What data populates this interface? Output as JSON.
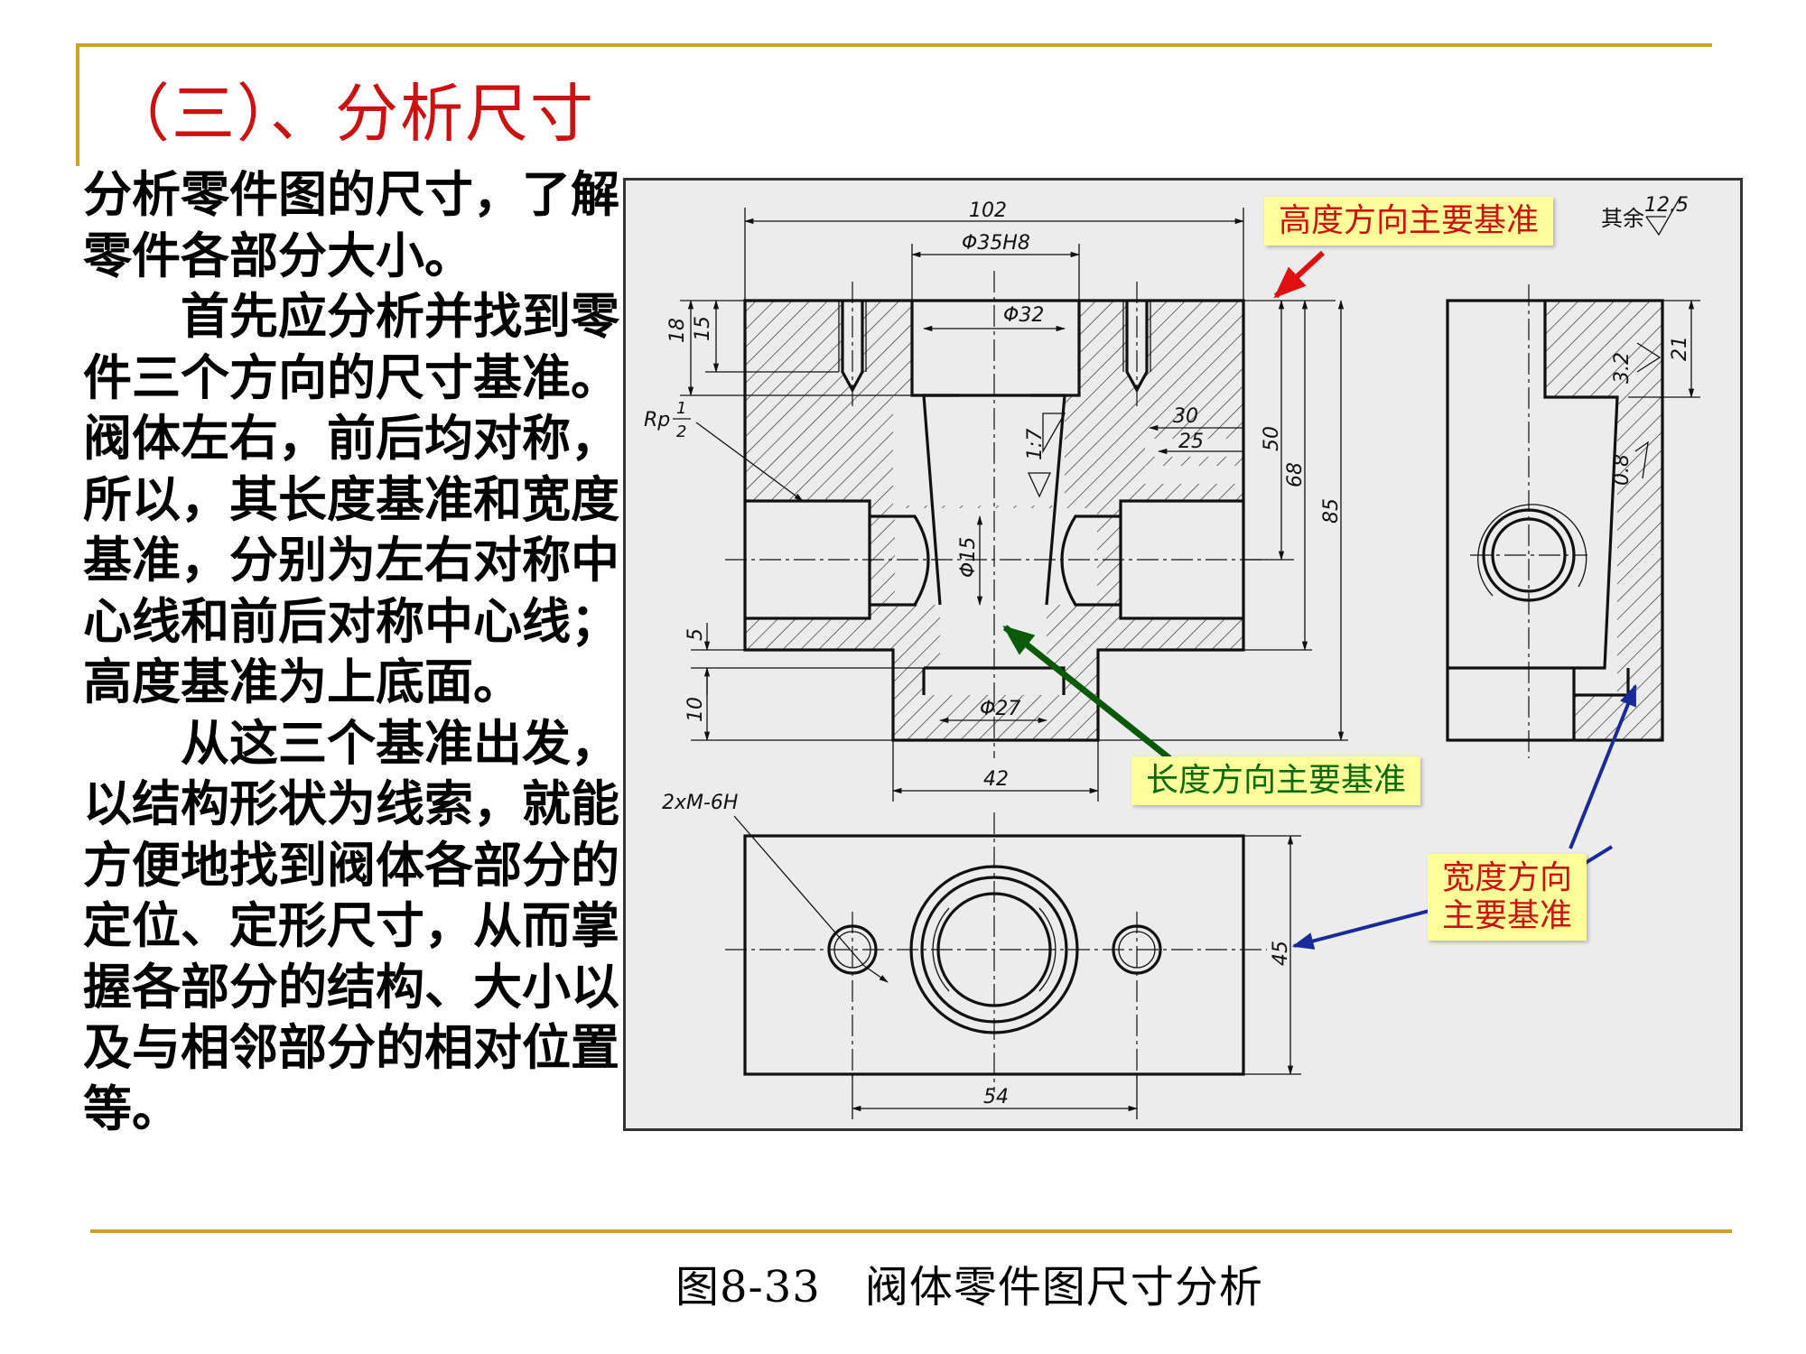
{
  "slide": {
    "title": "（三）、分析尺寸",
    "paragraphs": [
      "分析零件图的尺寸，了解零件各部分大小。",
      "首先应分析并找到零件三个方向的尺寸基准。阀体左右，前后均对称，所以，其长度基准和宽度基准，分别为左右对称中心线和前后对称中心线；高度基准为上底面。",
      "从这三个基准出发，以结构形状为线索，就能方便地找到阀体各部分的定位、定形尺寸，从而掌握各部分的结构、大小以及与相邻部分的相对位置等。"
    ],
    "caption": "图8-33　阀体零件图尺寸分析"
  },
  "annotations": {
    "height_datum": "高度方向主要基准",
    "length_datum": "长度方向主要基准",
    "width_datum_line1": "宽度方向",
    "width_datum_line2": "主要基准"
  },
  "drawing": {
    "dimensions": {
      "d102": "102",
      "d35h8": "Φ35H8",
      "d32": "Φ32",
      "d18": "18",
      "d15": "15",
      "rp": "Rp",
      "rp_num": "1",
      "rp_den": "2",
      "taper": "1:7",
      "d30": "30",
      "d25": "25",
      "d50": "50",
      "d68": "68",
      "d85": "85",
      "d15dia": "Φ15",
      "d5": "5",
      "d10": "10",
      "d27": "Φ27",
      "d42": "42",
      "thread": "2xM-6H",
      "d45": "45",
      "d54": "54",
      "d21": "21",
      "r32": "3.2",
      "r08": "0.8",
      "rest_label": "其余",
      "rest_value": "12.5"
    }
  },
  "colors": {
    "title": "#cc1111",
    "rule": "#c8a32c",
    "label_bg": "#ffff99",
    "height_arrow": "#e01010",
    "length_arrow": "#0a5a0a",
    "width_arrow": "#1a2a9a",
    "length_text": "#0a6a0a",
    "width_text": "#cc1111"
  }
}
